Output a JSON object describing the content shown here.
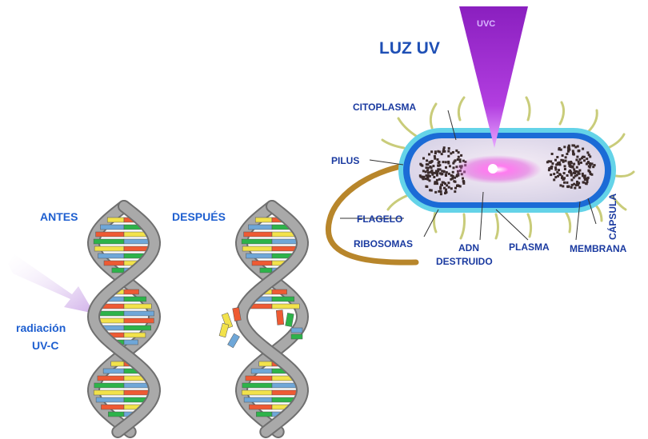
{
  "title": "LUZ UV",
  "beam_label": "UVC",
  "labels": {
    "citoplasma": "CITOPLASMA",
    "pilus": "PILUS",
    "flagelo": "FLAGELO",
    "ribosomas": "RIBOSOMAS",
    "adn_line1": "ADN",
    "adn_line2": "DESTRUIDO",
    "plasma": "PLASMA",
    "membrana": "MEMBRANA",
    "capsula": "CÁPSULA"
  },
  "dna": {
    "before": "ANTES",
    "after": "DESPUÉS",
    "radiation_line1": "radiación",
    "radiation_line2": "UV-C"
  },
  "colors": {
    "label_blue": "#1a3aa0",
    "uv_purple": "#9b2fc9",
    "membrane": "#1b6bd6",
    "capsule": "#64d3e8",
    "flagellum": "#b8862b",
    "pilus": "#c9cc7a",
    "dna_backbone": "#a9a9a9",
    "base_green": "#2db34a",
    "base_yellow": "#f2e24b",
    "base_blue": "#6fa7d8",
    "base_red": "#ee5a33"
  }
}
